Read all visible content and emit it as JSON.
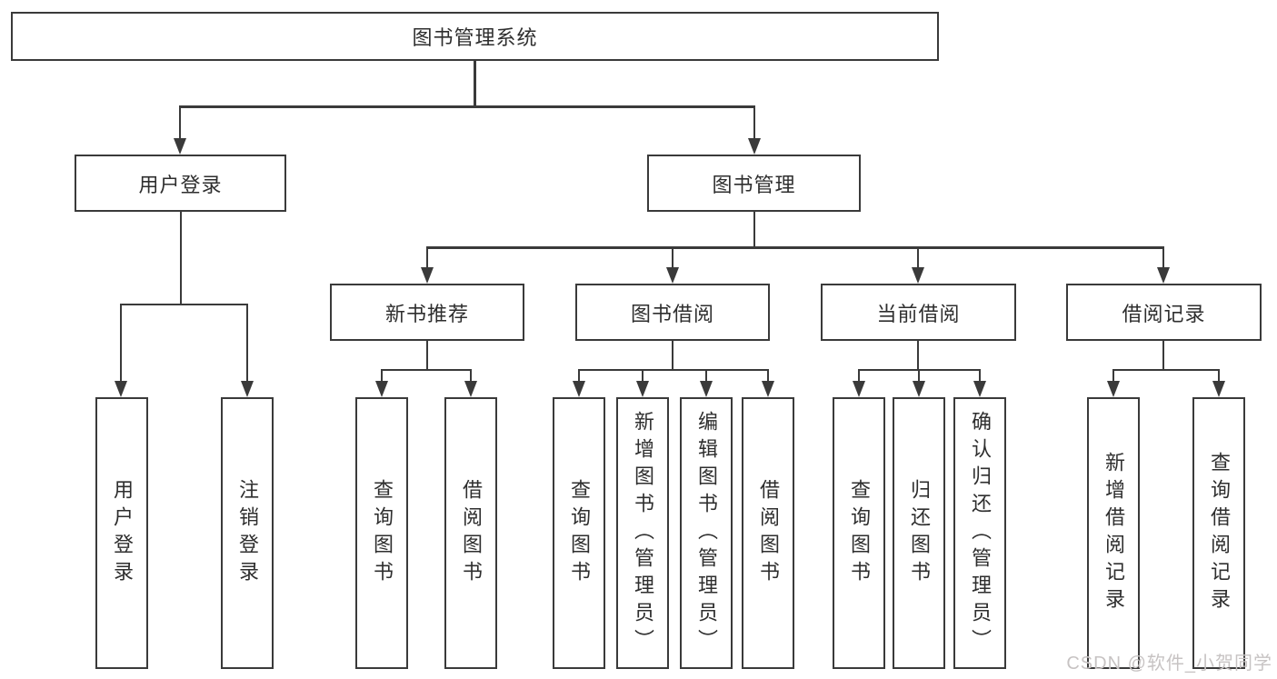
{
  "tree": {
    "root": {
      "label": "图书管理系统"
    },
    "branches": [
      {
        "label": "用户登录",
        "children": [
          {
            "label": "用户登录"
          },
          {
            "label": "注销登录"
          }
        ]
      },
      {
        "label": "图书管理",
        "children": [
          {
            "label": "新书推荐",
            "children": [
              {
                "label": "查询图书"
              },
              {
                "label": "借阅图书"
              }
            ]
          },
          {
            "label": "图书借阅",
            "children": [
              {
                "label": "查询图书"
              },
              {
                "label": "新增图书（管理员）"
              },
              {
                "label": "编辑图书（管理员）"
              },
              {
                "label": "借阅图书"
              }
            ]
          },
          {
            "label": "当前借阅",
            "children": [
              {
                "label": "查询图书"
              },
              {
                "label": "归还图书"
              },
              {
                "label": "确认归还（管理员）"
              }
            ]
          },
          {
            "label": "借阅记录",
            "children": [
              {
                "label": "新增借阅记录"
              },
              {
                "label": "查询借阅记录"
              }
            ]
          }
        ]
      }
    ]
  },
  "watermark": {
    "text": "CSDN @软件_小贺同学"
  },
  "colors": {
    "line": "#3a3a3a",
    "text": "#2e2e2e",
    "background": "#ffffff",
    "watermark": "#c7c3c3"
  }
}
